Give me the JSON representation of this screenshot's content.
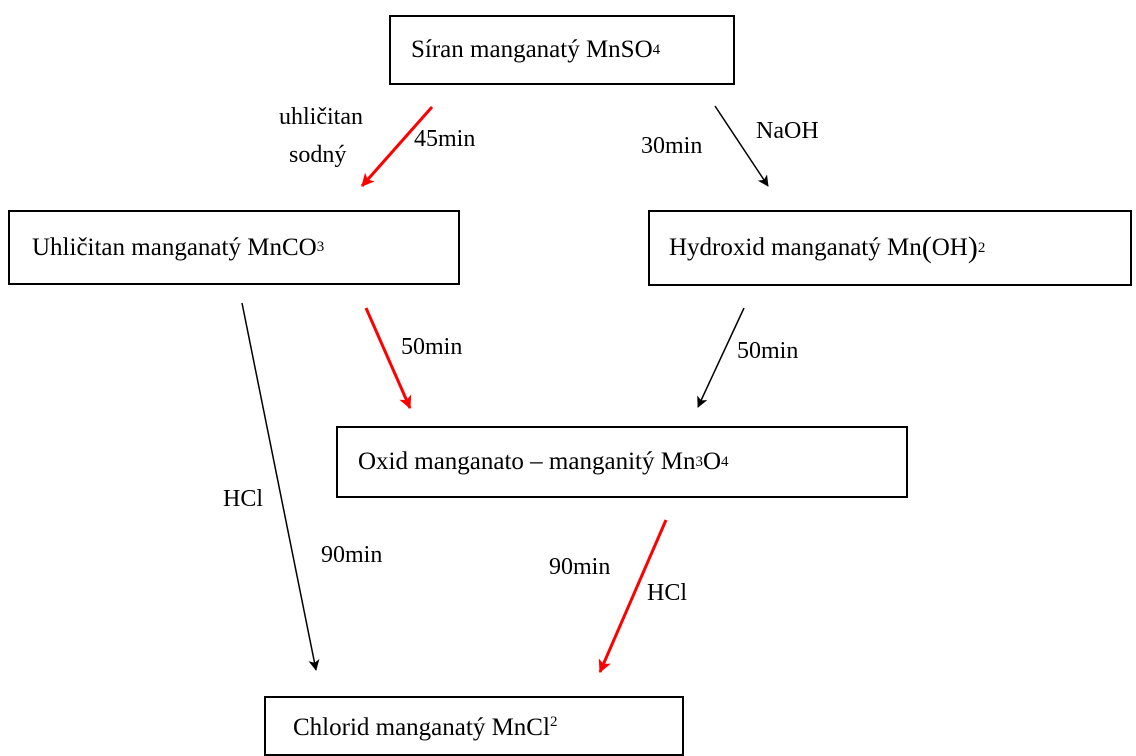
{
  "colors": {
    "red": "#ff0000",
    "black": "#000000"
  },
  "nodes": {
    "mnso4": {
      "name": "Síran manganatý",
      "formula": "MnSO",
      "sub1": "4"
    },
    "mnco3": {
      "name": "Uhličitan manganatý",
      "formula": "MnCO",
      "sub1": "3"
    },
    "mnoh2": {
      "name": "Hydroxid manganatý",
      "formula": "Mn",
      "group": "OH",
      "sub1": "2"
    },
    "mn3o4": {
      "name": "Oxid manganato – manganitý",
      "f1": "Mn",
      "sub1": "3",
      "f2": "O",
      "sub2": "4"
    },
    "mncl2": {
      "name": "Chlorid manganatý",
      "formula": "MnCl",
      "sub1": "2"
    }
  },
  "edges": {
    "e1": {
      "reagent_line1": "uhličitan",
      "reagent_line2": "sodný",
      "time": "45min"
    },
    "e2": {
      "reagent": "NaOH",
      "time": "30min"
    },
    "e3": {
      "time": "50min"
    },
    "e4": {
      "time": "50min"
    },
    "e5": {
      "reagent": "HCl",
      "time": "90min"
    },
    "e6": {
      "reagent": "HCl",
      "time": "90min"
    }
  }
}
